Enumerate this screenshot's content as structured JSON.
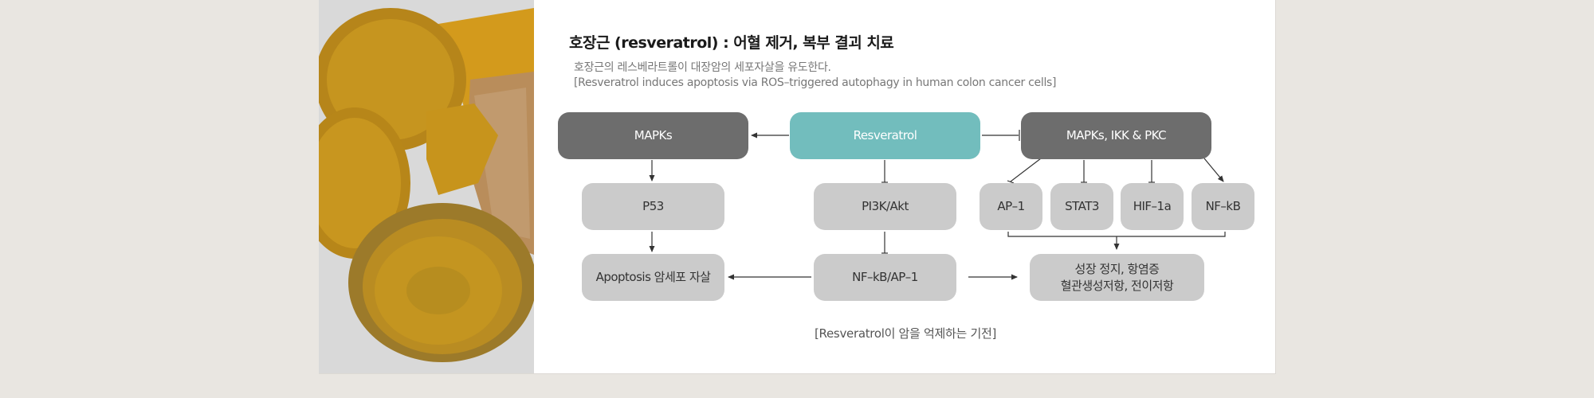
{
  "header": {
    "title": "호장근 (resveratrol) : 어혈 제거, 복부 결괴 치료",
    "subtitle_ko": "호장근의 레스베라트롤이 대장암의 세포자살을 유도한다.",
    "subtitle_en": "[Resveratrol induces apoptosis via ROS–triggered autophagy in human colon cancer cells]"
  },
  "diagram": {
    "nodes": {
      "mapks": "MAPKs",
      "resveratrol": "Resveratrol",
      "mapks_ikk_pkc": "MAPKs, IKK & PKC",
      "p53": "P53",
      "pi3k_akt": "PI3K/Akt",
      "ap1": "AP–1",
      "stat3": "STAT3",
      "hif1a": "HIF–1a",
      "nfkb": "NF–kB",
      "apoptosis": "Apoptosis 암세포 자살",
      "nfkb_ap1": "NF–kB/AP–1",
      "growth_line1": "성장 정지, 항염증",
      "growth_line2": "혈관생성저항, 전이저항"
    },
    "caption": "[Resveratrol이 암을 억제하는 기전]"
  },
  "colors": {
    "dark_node": "#6d6d6d",
    "accent_node": "#72bdbd",
    "light_node": "#cbcbcb",
    "background": "#e9e6e1",
    "turmeric": "#c9941e"
  }
}
